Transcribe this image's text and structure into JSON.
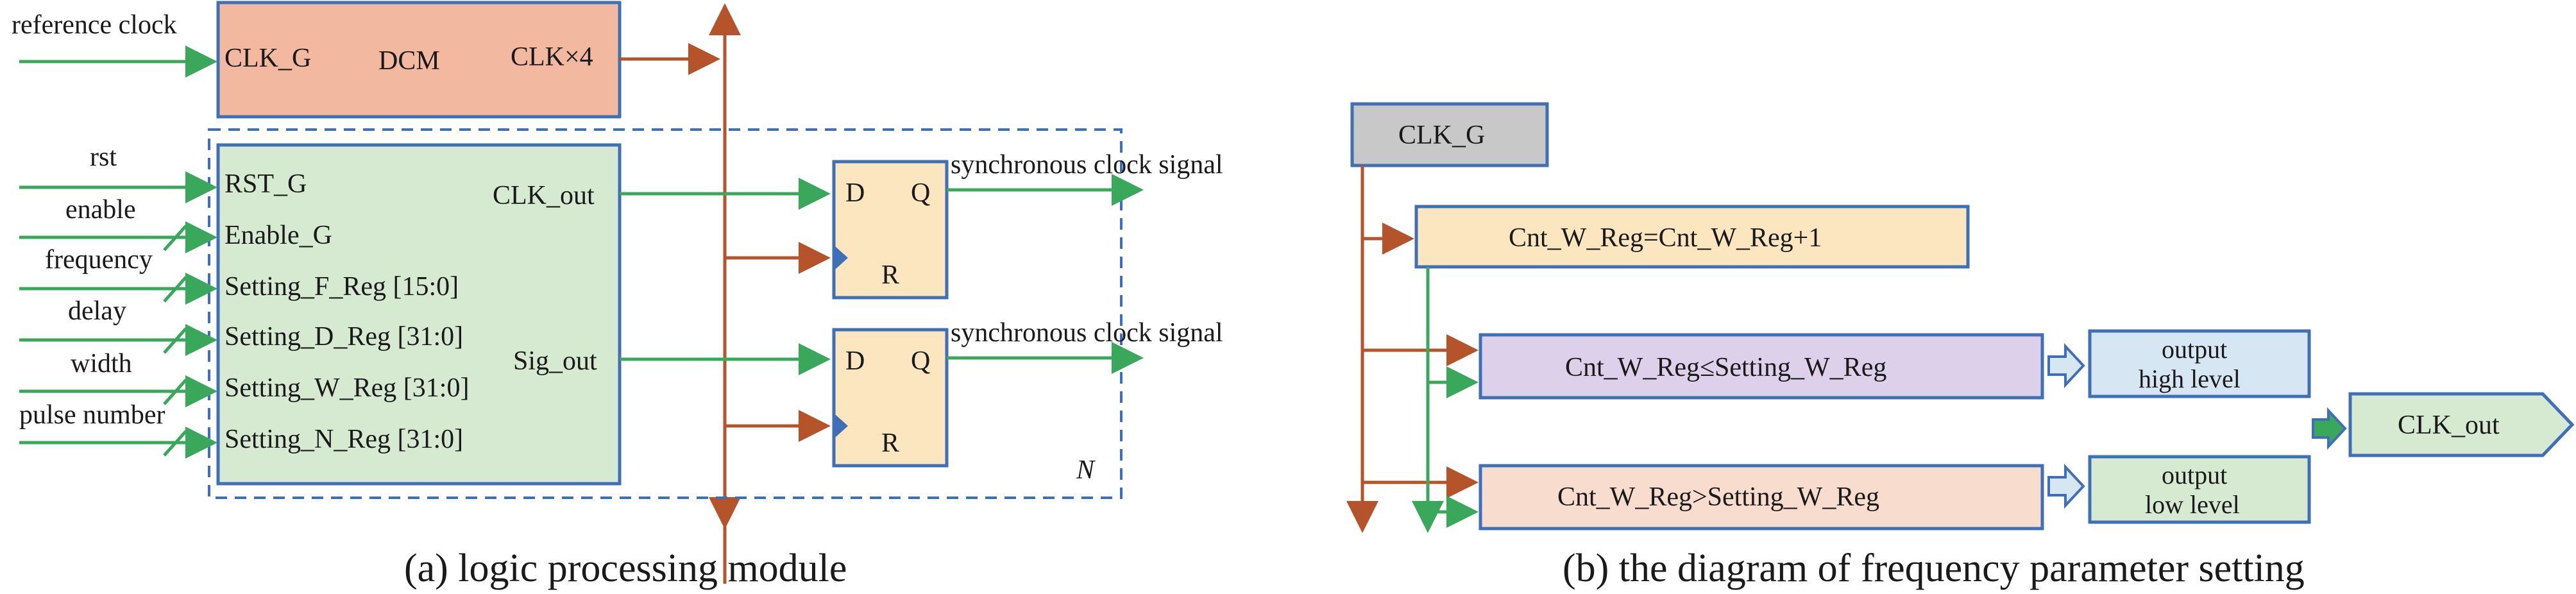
{
  "colors": {
    "green_wire": "#3aa85a",
    "brown_wire": "#b5532a",
    "blue_border": "#3f6fb6",
    "dcm_fill": "#f2b8a0",
    "logic_fill": "#d6ead2",
    "ff_fill": "#fbe6c0",
    "gray_fill": "#c8c8c8",
    "purple_fill": "#ddd0ea",
    "blue_fill": "#d7e6f3",
    "pink_fill": "#f8dccd"
  },
  "panel_a": {
    "caption": "(a) logic processing module",
    "inputs": {
      "ref_clock": "reference clock",
      "rst": "rst",
      "enable": "enable",
      "frequency": "frequency",
      "delay": "delay",
      "width": "width",
      "pulse_number": "pulse number"
    },
    "dcm": {
      "in_port": "CLK_G",
      "name": "DCM",
      "out_port": "CLK×4"
    },
    "logic": {
      "ports_in": [
        "RST_G",
        "Enable_G",
        "Setting_F_Reg [15:0]",
        "Setting_D_Reg [31:0]",
        "Setting_W_Reg [31:0]",
        "Setting_N_Reg [31:0]"
      ],
      "clk_out": "CLK_out",
      "sig_out": "Sig_out"
    },
    "ff1": {
      "d": "D",
      "q": "Q",
      "r": "R"
    },
    "ff2": {
      "d": "D",
      "q": "Q",
      "r": "R"
    },
    "out1": "synchronous clock signal",
    "out2": "synchronous clock signal",
    "n_label": "N"
  },
  "panel_b": {
    "caption": "(b) the diagram of frequency parameter setting",
    "clk_g": "CLK_G",
    "counter": "Cnt_W_Reg=Cnt_W_Reg+1",
    "cmp_le": "Cnt_W_Reg≤Setting_W_Reg",
    "cmp_gt": "Cnt_W_Reg>Setting_W_Reg",
    "out_high_1": "output",
    "out_high_2": "high level",
    "out_low_1": "output",
    "out_low_2": "low level",
    "clk_out": "CLK_out"
  }
}
